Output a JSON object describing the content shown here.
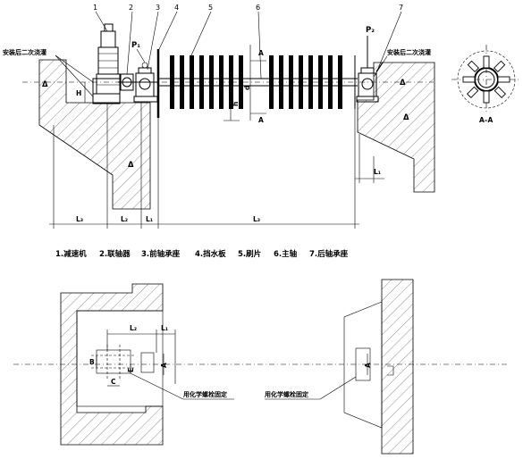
{
  "part_numbers": [
    "1",
    "2",
    "3",
    "4",
    "5",
    "6",
    "7"
  ],
  "legend": [
    "1.减速机",
    "2.联轴器",
    "3.前轴承座",
    "4.挡水板",
    "5.刷片",
    "6.主轴",
    "7.后轴承座"
  ],
  "notes": {
    "grout_left": "安装后二次浇灌",
    "grout_right": "安装后二次浇灌",
    "anchor_left": "用化学螺栓固定",
    "anchor_right": "用化学螺栓固定"
  },
  "labels": {
    "p1": "P₁",
    "p2": "P₂",
    "section_a_top": "A",
    "section_a_bottom": "A",
    "section_name": "A–A",
    "dim_H": "H",
    "dim_d": "d",
    "dim_h": "h",
    "dim_L1_right": "L₁",
    "dim_L3_left": "L₃",
    "dim_L2": "L₂",
    "dim_L1_small": "L₁",
    "dim_L3_main": "L₃",
    "plan_L2": "L₂",
    "plan_L1": "L₁",
    "plan_B": "B",
    "plan_E": "E",
    "plan_C": "C",
    "plan_A_left": "A",
    "plan_A_right": "A"
  }
}
